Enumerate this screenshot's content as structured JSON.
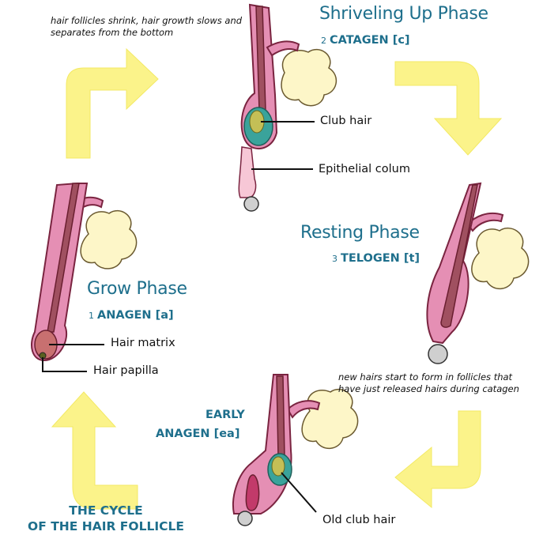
{
  "phases": {
    "catagen": {
      "title": "Shriveling Up Phase",
      "number": "2",
      "code": "CATAGEN [c]"
    },
    "telogen": {
      "title": "Resting Phase",
      "number": "3",
      "code": "TELOGEN [t]"
    },
    "anagen": {
      "title": "Grow Phase",
      "number": "1",
      "code": "ANAGEN [a]"
    },
    "early_anagen": {
      "line1": "EARLY",
      "line2": "ANAGEN [ea]"
    }
  },
  "notes": {
    "catagen_note": "hair follicles shrink, hair growth slows and separates from the bottom",
    "early_anagen_note": "new hairs start to form in follicles that have just released hairs during catagen"
  },
  "labels": {
    "club_hair": "Club hair",
    "epithelial_colum": "Epithelial colum",
    "hair_matrix": "Hair matrix",
    "hair_papilla": "Hair papilla",
    "old_club_hair": "Old club hair"
  },
  "caption": {
    "line1": "THE CYCLE",
    "line2": "OF THE HAIR FOLLICLE"
  },
  "colors": {
    "arrow": "#fbf38a",
    "follicle_pink": "#e58fb4",
    "follicle_outline": "#7a2440",
    "hair_shaft": "#a05060",
    "gland": "#fdf6c8",
    "heading": "#1e6f8c",
    "matrix_teal": "#3aa39b"
  }
}
